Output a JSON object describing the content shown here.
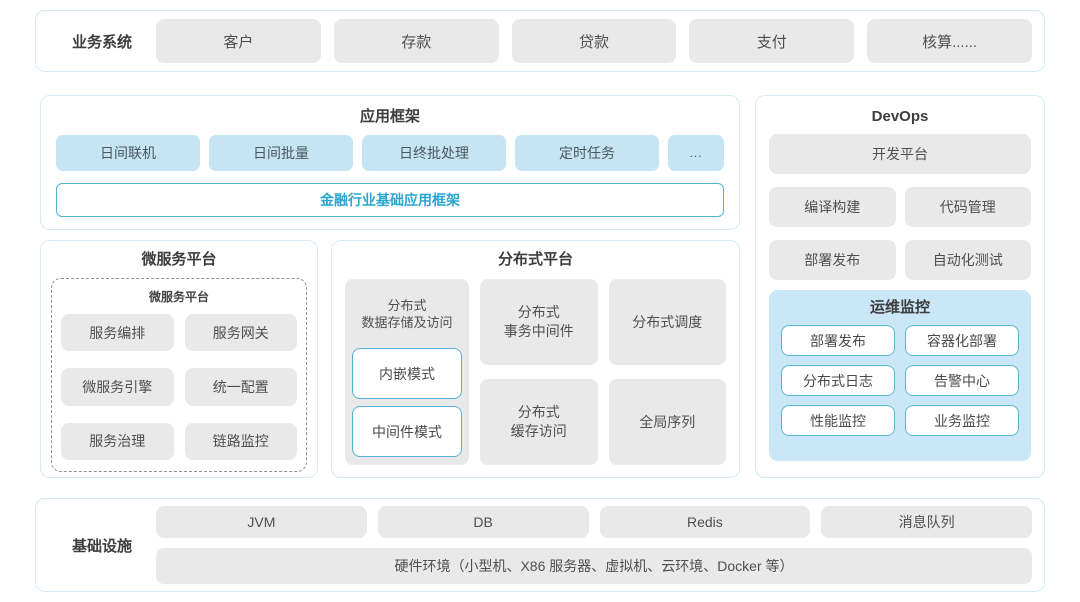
{
  "business_systems": {
    "label": "业务系统",
    "items": [
      "客户",
      "存款",
      "贷款",
      "支付",
      "核算......"
    ]
  },
  "app_framework": {
    "title": "应用框架",
    "modules": [
      "日间联机",
      "日间批量",
      "日终批处理",
      "定时任务"
    ],
    "more": "...",
    "base": "金融行业基础应用框架"
  },
  "devops": {
    "title": "DevOps",
    "dev_platform": "开发平台",
    "tools": [
      "编译构建",
      "代码管理",
      "部署发布",
      "自动化测试"
    ],
    "ops": {
      "title": "运维监控",
      "items": [
        "部署发布",
        "容器化部署",
        "分布式日志",
        "告警中心",
        "性能监控",
        "业务监控"
      ]
    }
  },
  "microservices": {
    "title": "微服务平台",
    "inner_title": "微服务平台",
    "items": [
      "服务编排",
      "服务网关",
      "微服务引擎",
      "统一配置",
      "服务治理",
      "链路监控"
    ]
  },
  "distributed": {
    "title": "分布式平台",
    "storage": {
      "label": "分布式\n数据存储及访问",
      "modes": [
        "内嵌模式",
        "中间件模式"
      ]
    },
    "cells": [
      "分布式\n事务中间件",
      "分布式调度",
      "分布式\n缓存访问",
      "全局序列"
    ]
  },
  "infrastructure": {
    "label": "基础设施",
    "items": [
      "JVM",
      "DB",
      "Redis",
      "消息队列"
    ],
    "hardware": "硬件环境（小型机、X86 服务器、虚拟机、云环境、Docker 等）"
  },
  "colors": {
    "accent_text": "#29a6d1",
    "accent_border": "#57b1d4",
    "blue_fill": "#c5e4f4",
    "ops_panel_fill": "#c9e7f6",
    "gray_fill": "#e9e9e9",
    "container_border": "#d5ecf3"
  }
}
